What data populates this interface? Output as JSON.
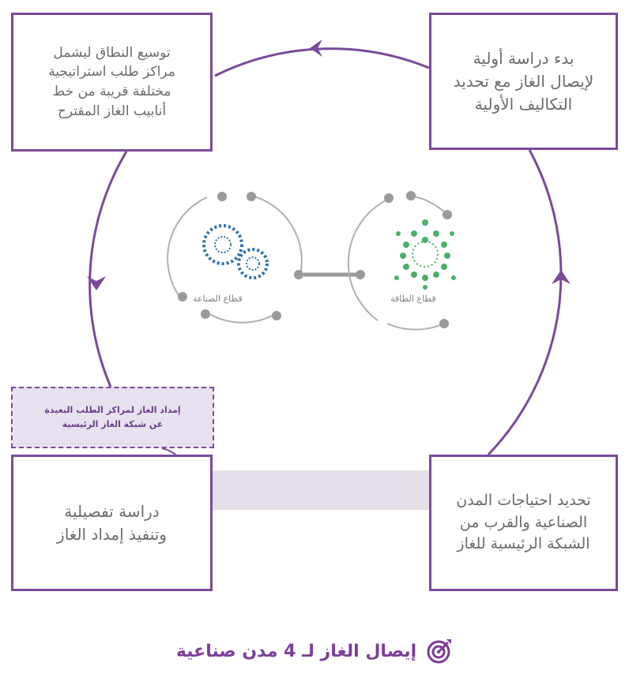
{
  "boxes": {
    "top_left": "توسيع النطاق ليشمل\nمراكز طلب استراتيجية\nمختلفة قريبة من خط\nأنابيب الغاز المقترح",
    "top_right": "بدء دراسة أولية\nلإيصال الغاز مع تحديد\nالتكاليف الأولية",
    "bottom_left": "دراسة تفصيلية\nوتنفيذ إمداد الغاز",
    "bottom_right": "تحديد احتياجات المدن\nالصناعية والقرب من\nالشبكة الرئيسية للغاز"
  },
  "note": "إمداد الغاز لمراكز الطلب البعيدة\nعن شبكة الغاز الرئيسية",
  "sectors": {
    "industry_label": "قطاع الصناعة",
    "energy_label": "قطاع الطاقة"
  },
  "footer": {
    "title": "إيصال الغاز لـ 4 مدن صناعية",
    "icon": "target-icon"
  },
  "colors": {
    "purple": "#7a4a9a",
    "blue_gear": "#2f6fa8",
    "green_gear": "#4caf6a",
    "grey": "#9a9a9a",
    "note_fill": "#e8e1ef",
    "connector_band": "#e4dfe8"
  }
}
